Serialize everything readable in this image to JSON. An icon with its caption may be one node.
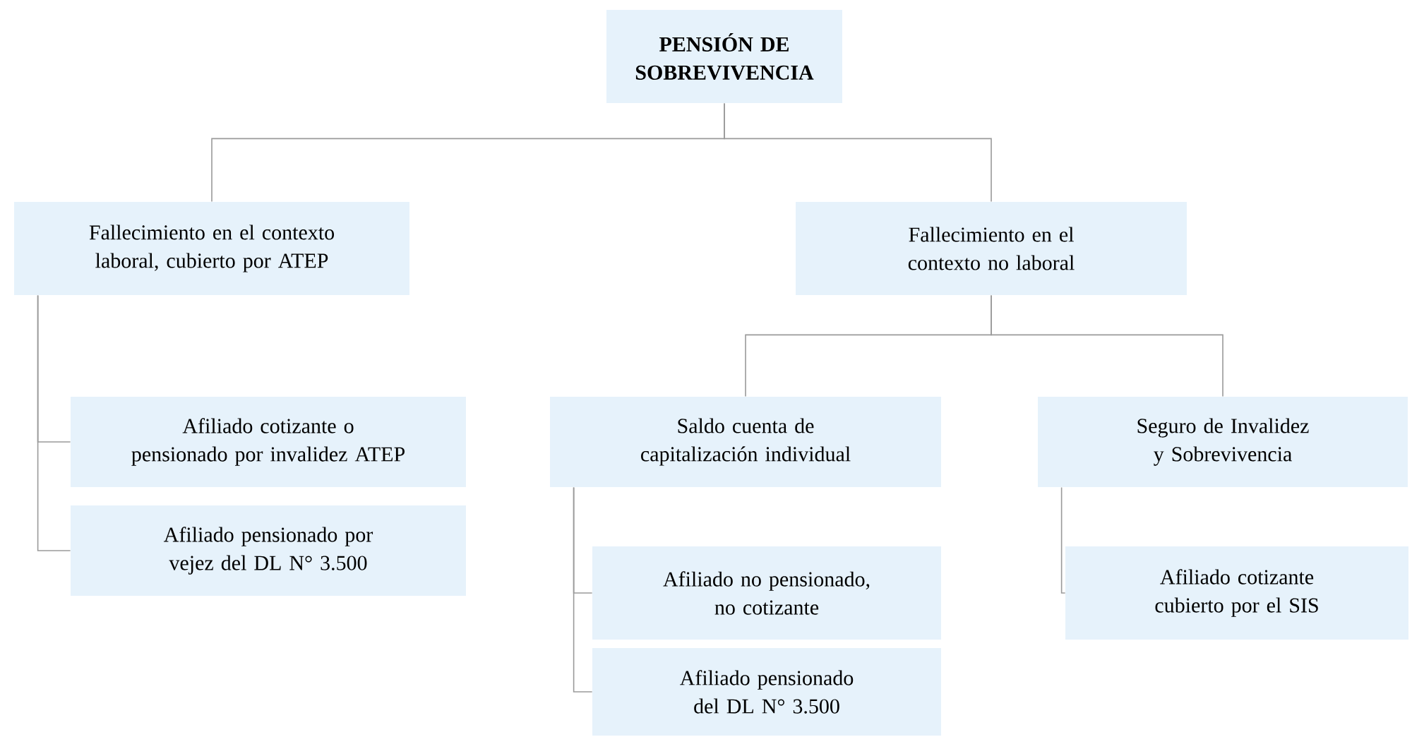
{
  "diagram": {
    "nodes": [
      {
        "text": [
          "PENSIÓN DE SOBREVIVENCIA"
        ]
      },
      {
        "text": [
          "Fallecimiento en el contexto laboral, cubierto por ATEP"
        ]
      },
      {
        "text": [
          "Fallecimiento en el contexto no laboral"
        ]
      },
      {
        "text": [
          "Afiliado cotizante o pensionado por invalidez ATEP"
        ]
      },
      {
        "text": [
          "Afiliado pensionado por vejez del DL N° 3.500"
        ]
      },
      {
        "text": [
          "Saldo cuenta de capitalización individual"
        ]
      },
      {
        "text": [
          "Seguro de Invalidez y Sobrevivencia"
        ]
      },
      {
        "text": [
          "Afiliado no pensionado, no cotizante"
        ]
      },
      {
        "text": [
          "Afiliado pensionado del DL N° 3.500"
        ]
      },
      {
        "text": [
          "Afiliado cotizante cubierto por el SIS"
        ]
      }
    ],
    "edges": [
      {
        "from": 0,
        "to": 1,
        "arrow": "none"
      },
      {
        "from": 0,
        "to": 2,
        "arrow": "none"
      },
      {
        "from": 1,
        "to": 3,
        "arrow": "none"
      },
      {
        "from": 1,
        "to": 4,
        "arrow": "none"
      },
      {
        "from": 2,
        "to": 5,
        "arrow": "none"
      },
      {
        "from": 2,
        "to": 6,
        "arrow": "none"
      },
      {
        "from": 5,
        "to": 7,
        "arrow": "none"
      },
      {
        "from": 5,
        "to": 8,
        "arrow": "none"
      },
      {
        "from": 6,
        "to": 9,
        "arrow": "none"
      }
    ]
  }
}
